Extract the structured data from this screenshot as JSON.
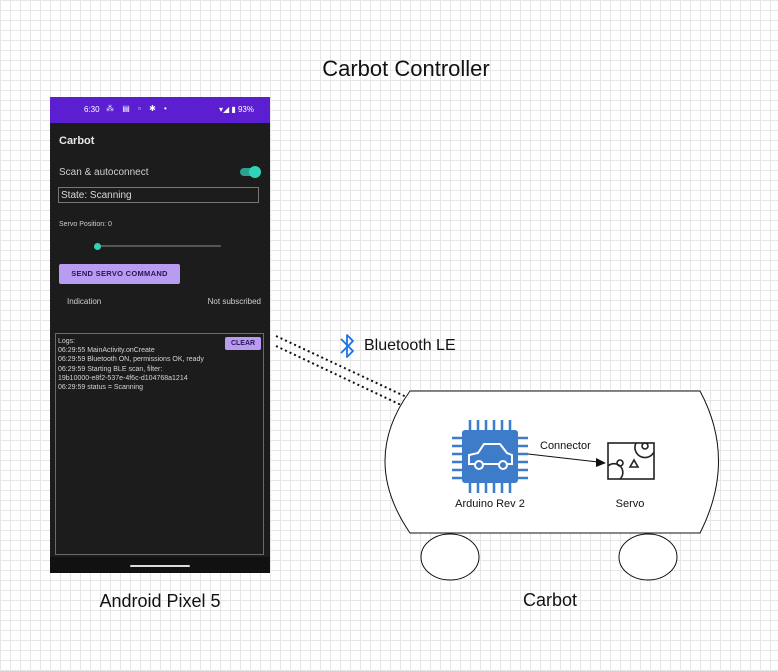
{
  "title": "Carbot Controller",
  "phone": {
    "caption": "Android Pixel 5",
    "status_bar": {
      "time": "6:30",
      "battery": "93%"
    },
    "app_title": "Carbot",
    "scan_label": "Scan & autoconnect",
    "scan_enabled": true,
    "state_text": "State: Scanning",
    "servo_label": "Servo Position:",
    "servo_value": "0",
    "servo_slider_fraction": 0,
    "send_button": "SEND SERVO COMMAND",
    "indication_label": "Indication",
    "indication_value": "Not subscribed",
    "logs_label": "Logs:",
    "clear_button": "CLEAR",
    "logs": [
      "06:29:55 MainActivity.onCreate",
      "06:29:59 Bluetooth ON, permissions OK, ready",
      "06:29:59 Starting BLE scan, filter:",
      "19b10000-e8f2-537e-4f6c-d104768a1214",
      "06:29:59 status = Scanning"
    ],
    "accent_color": "#5b1fd1",
    "button_color": "#b89cf2",
    "toggle_color": "#2fd3b7"
  },
  "bluetooth": {
    "label": "Bluetooth LE",
    "icon": "bluetooth-icon",
    "color": "#1a73e8"
  },
  "carbot": {
    "caption": "Carbot",
    "arduino_label": "Arduino Rev 2",
    "arduino_icon": "car-chip-icon",
    "connector_label": "Connector",
    "servo_label": "Servo",
    "servo_icon": "servo-gear-icon",
    "chip_color": "#3d7cc9"
  }
}
